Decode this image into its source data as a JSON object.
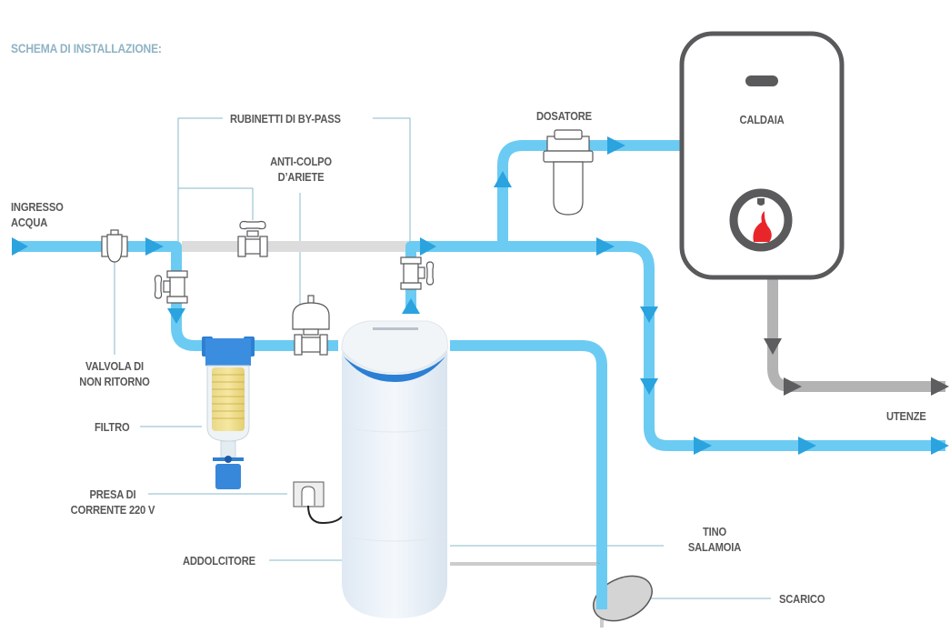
{
  "title": "SCHEMA DI INSTALLAZIONE:",
  "labels": {
    "ingresso_line1": "INGRESSO",
    "ingresso_line2": "ACQUA",
    "rubinetti": "RUBINETTI DI BY-PASS",
    "anticolpo_line1": "ANTI-COLPO",
    "anticolpo_line2": "D’ARIETE",
    "dosatore": "DOSATORE",
    "caldaia": "CALDAIA",
    "valvola_line1": "VALVOLA DI",
    "valvola_line2": "NON RITORNO",
    "filtro": "FILTRO",
    "presa_line1": "PRESA DI",
    "presa_line2": "CORRENTE 220 V",
    "addolcitore": "ADDOLCITORE",
    "tino_line1": "TINO",
    "tino_line2": "SALAMOIA",
    "scarico": "SCARICO",
    "utenze": "UTENZE"
  },
  "colors": {
    "water_pipe": "#6ccbf2",
    "flow_arrow": "#2aa3df",
    "bypass_pipe": "#dcdcdc",
    "hot_pipe": "#b3b3b3",
    "hot_arrow": "#5e5e60",
    "outline": "#5a5a5c",
    "leader_line": "#8ab8cc",
    "flame": "#e8262a",
    "filter_blue": "#2f7fd0",
    "softener_band": "#2b7fd4"
  }
}
